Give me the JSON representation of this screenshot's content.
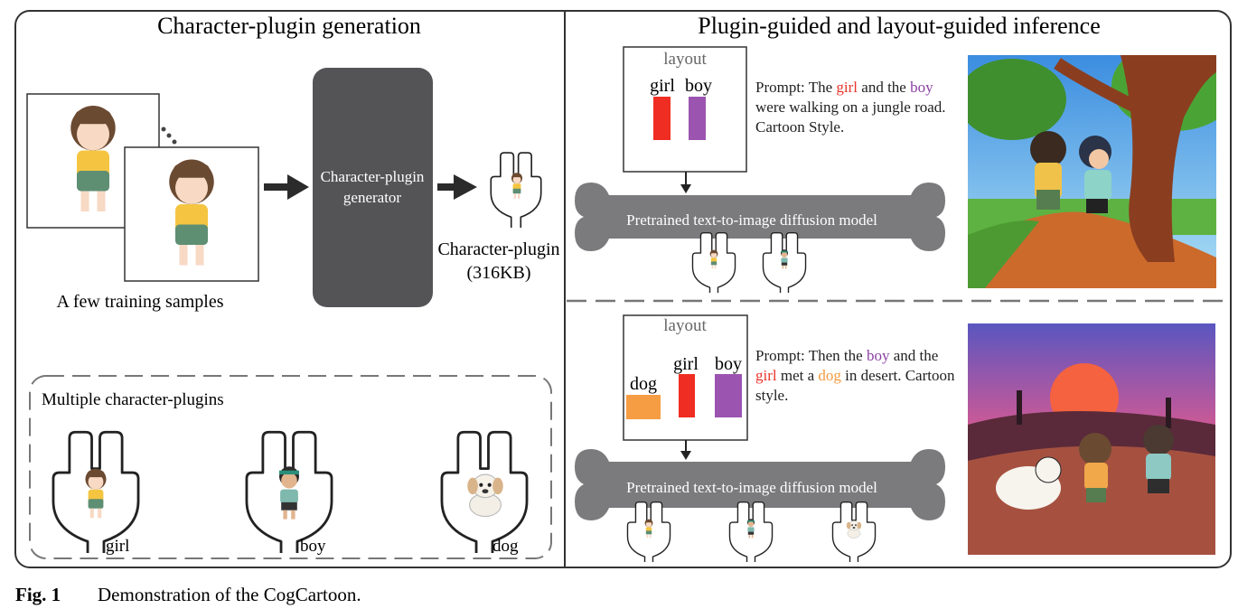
{
  "left_panel": {
    "title": "Character-plugin generation",
    "training_samples_label": "A few training samples",
    "generator_label_line1": "Character-plugin",
    "generator_label_line2": "generator",
    "plugin_output_line1": "Character-plugin",
    "plugin_output_line2": "(316KB)",
    "multiple_box_title": "Multiple character-plugins",
    "plugins": [
      {
        "label": "girl",
        "icon": "girl-character-icon"
      },
      {
        "label": "boy",
        "icon": "boy-character-icon"
      },
      {
        "label": "dog",
        "icon": "dog-character-icon"
      }
    ]
  },
  "right_panel": {
    "title": "Plugin-guided and layout-guided inference",
    "example1": {
      "layout_title": "layout",
      "box_labels": [
        "girl",
        "boy"
      ],
      "prompt": {
        "p1": "Prompt: The ",
        "girl": "girl",
        "p2": " and the ",
        "boy": "boy",
        "p3": " were walking on a jungle road. Cartoon Style."
      },
      "model_label": "Pretrained text-to-image diffusion model"
    },
    "example2": {
      "layout_title": "layout",
      "box_labels": [
        "dog",
        "girl",
        "boy"
      ],
      "prompt": {
        "p1": "Prompt: Then the ",
        "boy": "boy",
        "p2": " and the ",
        "girl": "girl",
        "p3": " met a ",
        "dog": "dog",
        "p4": " in desert. Cartoon style."
      },
      "model_label": "Pretrained text-to-image diffusion model"
    }
  },
  "colors": {
    "girl": "#e8332a",
    "boy": "#8b3fa1",
    "dog": "#f29a3e",
    "model_gray": "#7b7b7d",
    "generator_gray": "#545457"
  },
  "caption": {
    "label": "Fig. 1",
    "text": "Demonstration of the CogCartoon."
  }
}
